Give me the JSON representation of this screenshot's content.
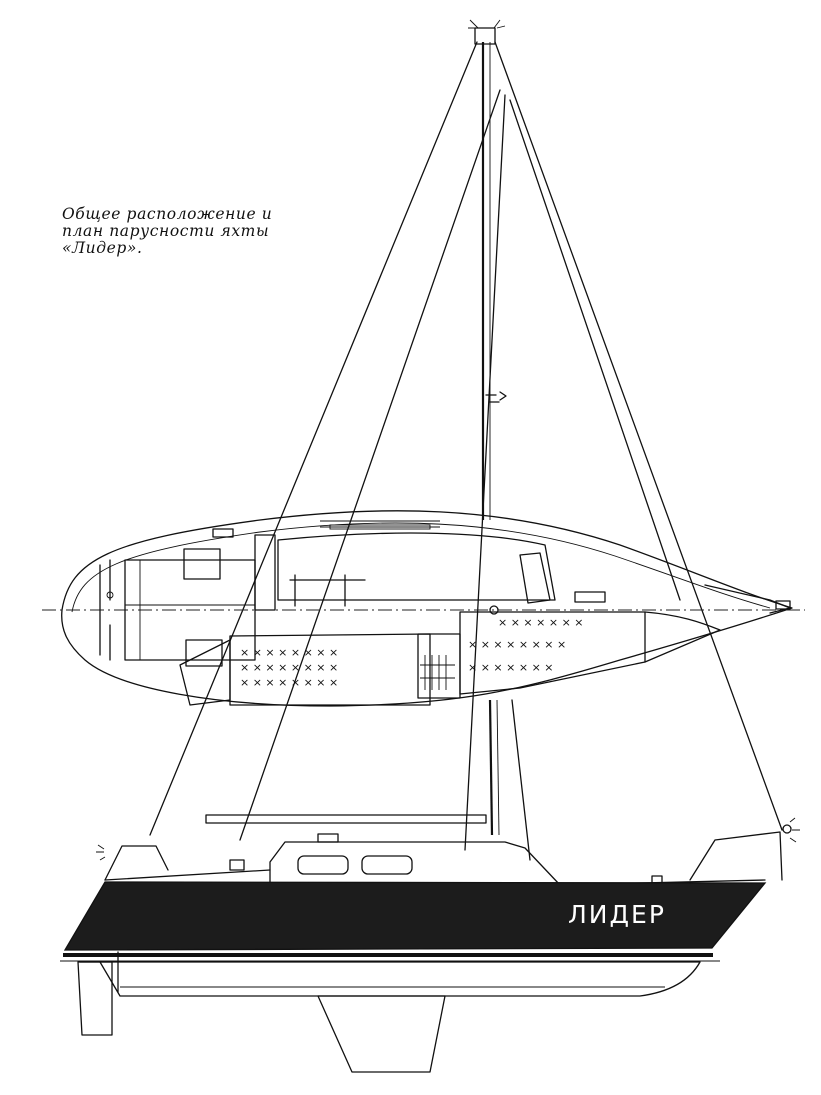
{
  "caption": {
    "line1": "Общее расположение и",
    "line2": "план парусности яхты",
    "line3": "«Лидер»."
  },
  "boat_name": "ЛИДЕР",
  "colors": {
    "ink": "#111111",
    "hull": "#1c1c1c",
    "paper": "#ffffff"
  }
}
